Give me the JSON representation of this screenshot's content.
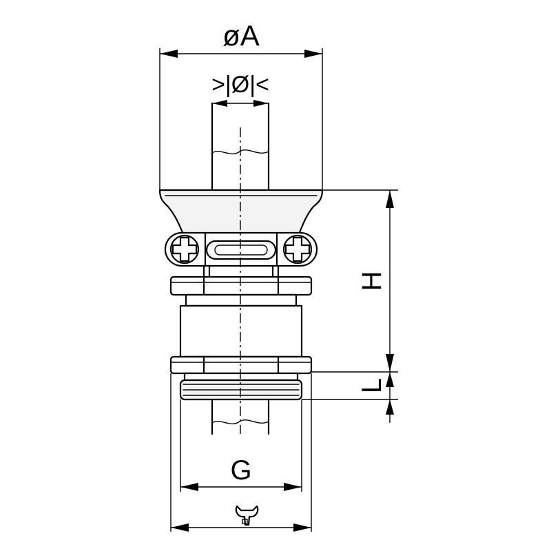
{
  "labels": {
    "diameter_a": "øA",
    "cable_diameter": ">|Ø|<",
    "height": "H",
    "length": "L",
    "thread": "G"
  },
  "icons": {
    "wrench": "wrench-icon"
  },
  "colors": {
    "line": "#000000",
    "background": "#ffffff"
  }
}
